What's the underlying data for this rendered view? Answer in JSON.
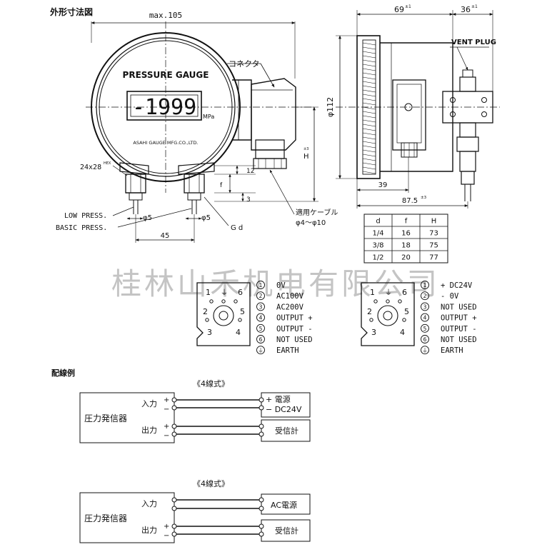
{
  "headings": {
    "outline": "外形寸法図",
    "wiring": "配線例"
  },
  "front_view": {
    "width_label": "max.105",
    "gauge_title": "PRESSURE GAUGE",
    "display_value": "-1999",
    "unit": "MPa",
    "maker": "ASAHI GAUGE MFG.CO.,LTD.",
    "connector_label": "コネクタ",
    "hex_size": "24x28",
    "hex_sup": "HEX",
    "low_press": "LOW PRESS.",
    "basic_press": "BASIC PRESS.",
    "dia5_a": "φ5",
    "dia5_b": "φ5",
    "gd": "G d",
    "dim45": "45",
    "dim12": "12",
    "dimf": "f",
    "dim3": "3",
    "dimH": "H",
    "dimH_sup": "±3",
    "cable_label": "適用ケーブル",
    "cable_range": "φ4〜φ10"
  },
  "side_view": {
    "dim69": "69",
    "dim69_sup": "±1",
    "dim36": "36",
    "dim36_sup": "±1",
    "vent_plug": "VENT PLUG",
    "dia112": "φ112",
    "dim39": "39",
    "dim875": "87.5",
    "dim875_sup": "±3"
  },
  "dim_table": {
    "headers": [
      "d",
      "f",
      "H"
    ],
    "rows": [
      [
        "1/4",
        "16",
        "73"
      ],
      [
        "3/8",
        "18",
        "75"
      ],
      [
        "1/2",
        "20",
        "77"
      ]
    ]
  },
  "watermark": "桂林山禾机电有限公司",
  "terminal_blocks": {
    "left": {
      "pins": [
        {
          "num": "1",
          "label": "0V"
        },
        {
          "num": "2",
          "label": "AC100V"
        },
        {
          "num": "3",
          "label": "AC200V"
        },
        {
          "num": "4",
          "label": "OUTPUT +"
        },
        {
          "num": "5",
          "label": "OUTPUT -"
        },
        {
          "num": "6",
          "label": "NOT USED"
        },
        {
          "num": "⏚",
          "label": "EARTH"
        }
      ]
    },
    "right": {
      "pins": [
        {
          "num": "1",
          "label": "+  DC24V"
        },
        {
          "num": "2",
          "label": "-     0V"
        },
        {
          "num": "3",
          "label": "NOT USED"
        },
        {
          "num": "4",
          "label": "OUTPUT +"
        },
        {
          "num": "5",
          "label": "OUTPUT -"
        },
        {
          "num": "6",
          "label": "NOT USED"
        },
        {
          "num": "⏚",
          "label": "EARTH"
        }
      ]
    },
    "face_labels": {
      "p1": "1",
      "p6": "6",
      "p2": "2",
      "p5": "5",
      "p3": "3",
      "p4": "4",
      "earth": "⏚"
    }
  },
  "wiring_1": {
    "title": "《4線式》",
    "device": "圧力発信器",
    "input": "入力",
    "output": "出力",
    "plus": "+",
    "minus": "−",
    "power_plus": "+ 電源",
    "power_minus": "− DC24V",
    "receiver": "受信計"
  },
  "wiring_2": {
    "title": "《4線式》",
    "device": "圧力発信器",
    "input": "入力",
    "output": "出力",
    "plus": "+",
    "minus": "−",
    "power": "AC電源",
    "receiver": "受信計"
  }
}
